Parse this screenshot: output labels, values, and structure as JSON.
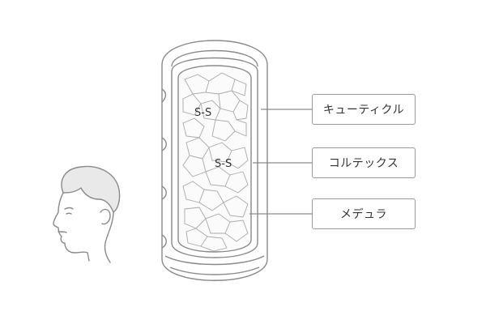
{
  "labels": {
    "cuticle": "キューティクル",
    "cortex": "コルテックス",
    "medulla": "メデュラ"
  },
  "bonds": {
    "first": "S-S",
    "second": "S-S"
  },
  "colors": {
    "stroke": "#8a8a8a",
    "fill": "#ffffff",
    "box_border": "#9a9a9a",
    "text": "#333333"
  },
  "icons": {
    "head": "human-head-profile-icon"
  }
}
